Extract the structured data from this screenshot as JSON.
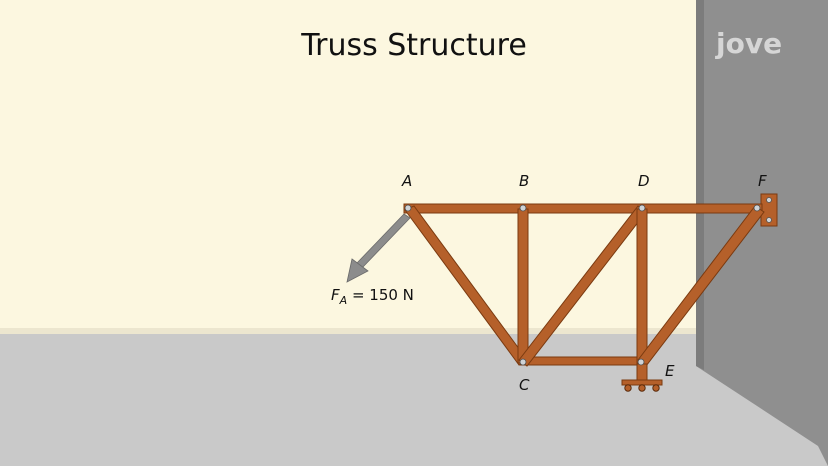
{
  "title": "Truss Structure",
  "logo": "jove",
  "nodes": {
    "A": "A",
    "B": "B",
    "C": "C",
    "D": "D",
    "E": "E",
    "F": "F"
  },
  "force": {
    "symbol": "F",
    "subscript": "A",
    "equation": " = 150 N"
  },
  "colors": {
    "wall_background": "#fcf7e0",
    "floor": "#c9c9c9",
    "side_wall": "#8f8f8f",
    "member": "#b5602a",
    "member_edge": "#7a3a10",
    "arrow": "#8c8c8c"
  }
}
